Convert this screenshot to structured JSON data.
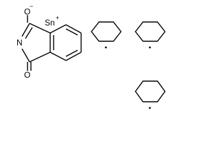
{
  "molecule": {
    "fragments": [
      {
        "atoms": [
          {
            "label": "O",
            "charge": "−"
          },
          {
            "label": "N",
            "charge": ""
          },
          {
            "label": "O",
            "charge": ""
          }
        ]
      },
      {
        "atoms": [
          {
            "label": "Sn",
            "charge": "+"
          }
        ]
      },
      {
        "atoms": []
      },
      {
        "atoms": []
      },
      {
        "atoms": []
      }
    ]
  }
}
